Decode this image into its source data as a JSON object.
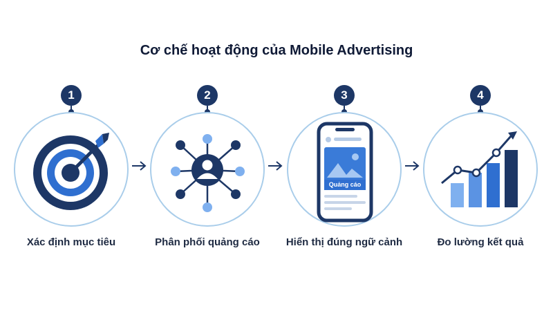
{
  "title": "Cơ chế hoạt động của Mobile Advertising",
  "steps": [
    {
      "number": "1",
      "label": "Xác định mục tiêu",
      "icon": "target-icon"
    },
    {
      "number": "2",
      "label": "Phân phối quảng cáo",
      "icon": "network-hub-icon"
    },
    {
      "number": "3",
      "label": "Hiển thị đúng ngữ cảnh",
      "icon": "smartphone-ad-icon",
      "ad_label": "Quảng cáo"
    },
    {
      "number": "4",
      "label": "Đo lường kết quả",
      "icon": "growth-chart-icon"
    }
  ],
  "colors": {
    "dark_navy": "#1d3766",
    "medium_blue": "#2f6fd0",
    "light_blue": "#7fb0ef",
    "circle_border": "#a9cdea"
  }
}
